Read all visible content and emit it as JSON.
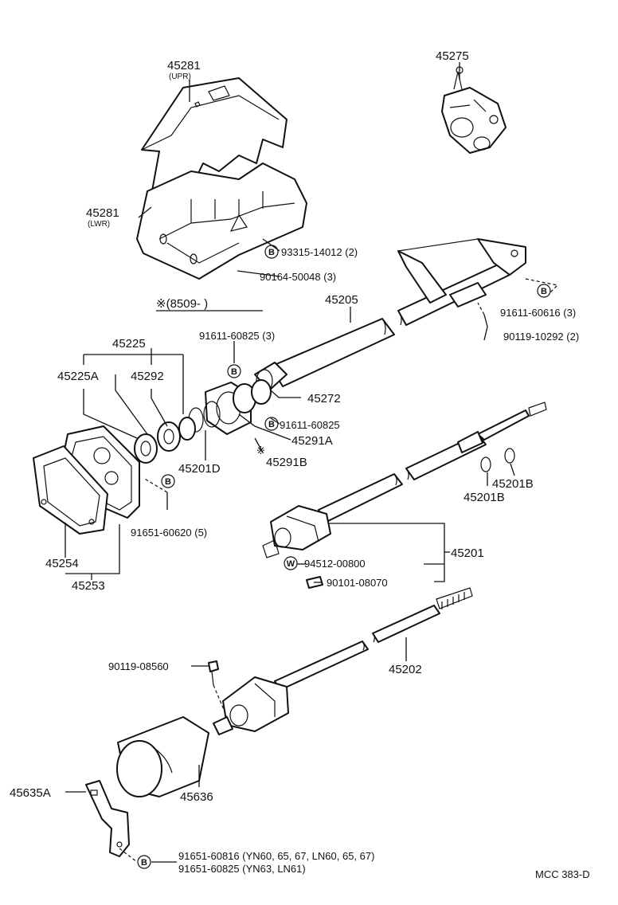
{
  "diagram": {
    "parts": {
      "cover_upper": "45281",
      "cover_upper_note": "(UPR)",
      "cover_lower": "45281",
      "cover_lower_note": "(LWR)",
      "switch_bracket": "45275",
      "screw_1": "93315-14012 (2)",
      "screw_2": "90164-50048 (3)",
      "date_note": "※(8509-         )",
      "column_tube": "45205",
      "bolt_upper_right": "91611-60616 (3)",
      "bolt_upper_right_2": "90119-10292 (2)",
      "bolt_left": "91611-60825 (3)",
      "clamp": "45272",
      "bolt_center": "91611-60825",
      "bearing_assy": "45225",
      "bearing_a": "45225A",
      "bearing_b": "45292",
      "flange_a": "45291A",
      "flange_b": "45291B",
      "snap_ring_d": "45201D",
      "bolt_cover_plate": "91651-60620 (5)",
      "plate_inner": "45254",
      "plate_outer": "45253",
      "snap_ring_b_right": "45201B",
      "snap_ring_b_left": "45201B",
      "main_shaft": "45201",
      "washer": "94512-00800",
      "bolt_joint": "90101-08070",
      "intermediate_shaft": "45202",
      "bolt_lower": "90119-08560",
      "boot_clamp": "45635A",
      "boot": "45636",
      "bolt_bottom_1": "91651-60816 (YN60, 65, 67, LN60, 65, 67)",
      "bolt_bottom_2": "91651-60825 (YN63, LN61)",
      "code": "MCC 383-D"
    },
    "markers": {
      "b": "B",
      "w": "W",
      "star": "※"
    }
  }
}
